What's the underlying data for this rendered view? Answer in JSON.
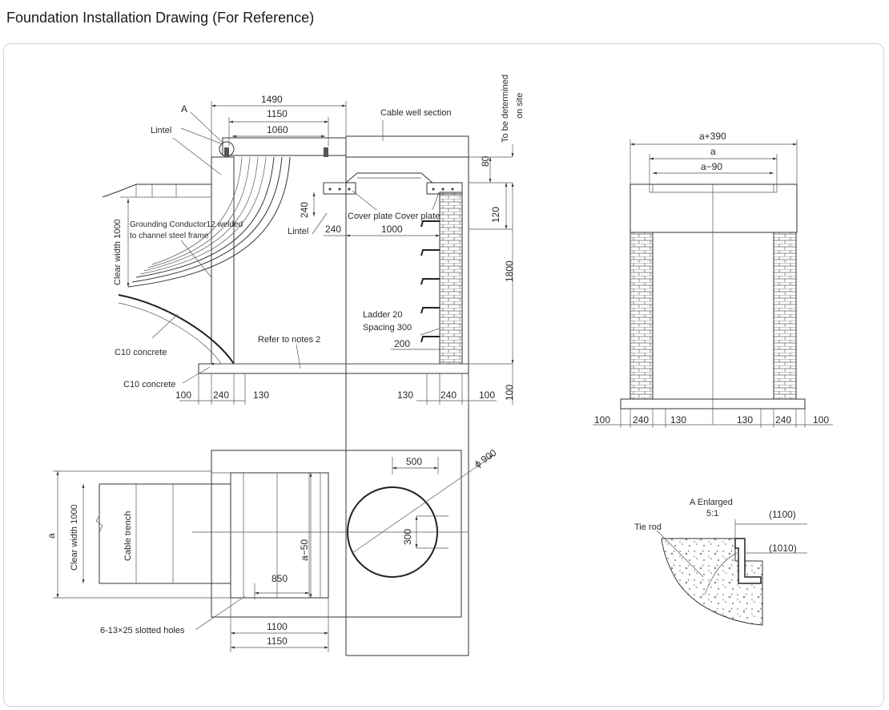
{
  "page_title": "Foundation Installation Drawing (For Reference)",
  "section_view": {
    "dims_top": [
      "1490",
      "1150",
      "1060"
    ],
    "marker_a": "A",
    "lintel_left": "Lintel",
    "cable_well_section": "Cable well section",
    "to_be_determined": "To be determined",
    "on_site": "on site",
    "dim_80": "80",
    "dim_120": "120",
    "dim_1800": "1800",
    "dim_100_right": "100",
    "dim_240_vert": "240",
    "cover_plate_1": "Cover plate",
    "cover_plate_2": "Cover plate",
    "grounding_line1": "Grounding Conductor12 welded",
    "grounding_line2": "to channel steel frame",
    "clear_width_left": "Clear width 1000",
    "lintel_mid": "Lintel",
    "dim_240_mid": "240",
    "dim_1000_mid": "1000",
    "ladder_line1": "Ladder 20",
    "ladder_line2": "Spacing 300",
    "dim_200": "200",
    "c10_concrete_1": "C10 concrete",
    "refer_notes": "Refer to notes 2",
    "c10_concrete_2": "C10 concrete",
    "bottom_dims": [
      "100",
      "240",
      "130",
      "130",
      "240",
      "100"
    ]
  },
  "end_view": {
    "dims_top": [
      "a+390",
      "a",
      "a−90"
    ],
    "bottom_dims": [
      "100",
      "240",
      "130",
      "130",
      "240",
      "100"
    ]
  },
  "plan_view": {
    "dim_a": "a",
    "clear_width": "Clear width 1000",
    "cable_trench": "Cable trench",
    "dim_500": "500",
    "dim_phi900": "ϕ 900",
    "dim_300": "300",
    "dim_a_minus_50": "a−50",
    "dim_850": "850",
    "slotted_holes": "6-13×25 slotted holes",
    "dim_1100": "1100",
    "dim_1150": "1150"
  },
  "detail_a": {
    "title": "A Enlarged",
    "scale": "5:1",
    "tie_rod": "Tie rod",
    "dim_1100": "(1100)",
    "dim_1010": "(1010)"
  }
}
